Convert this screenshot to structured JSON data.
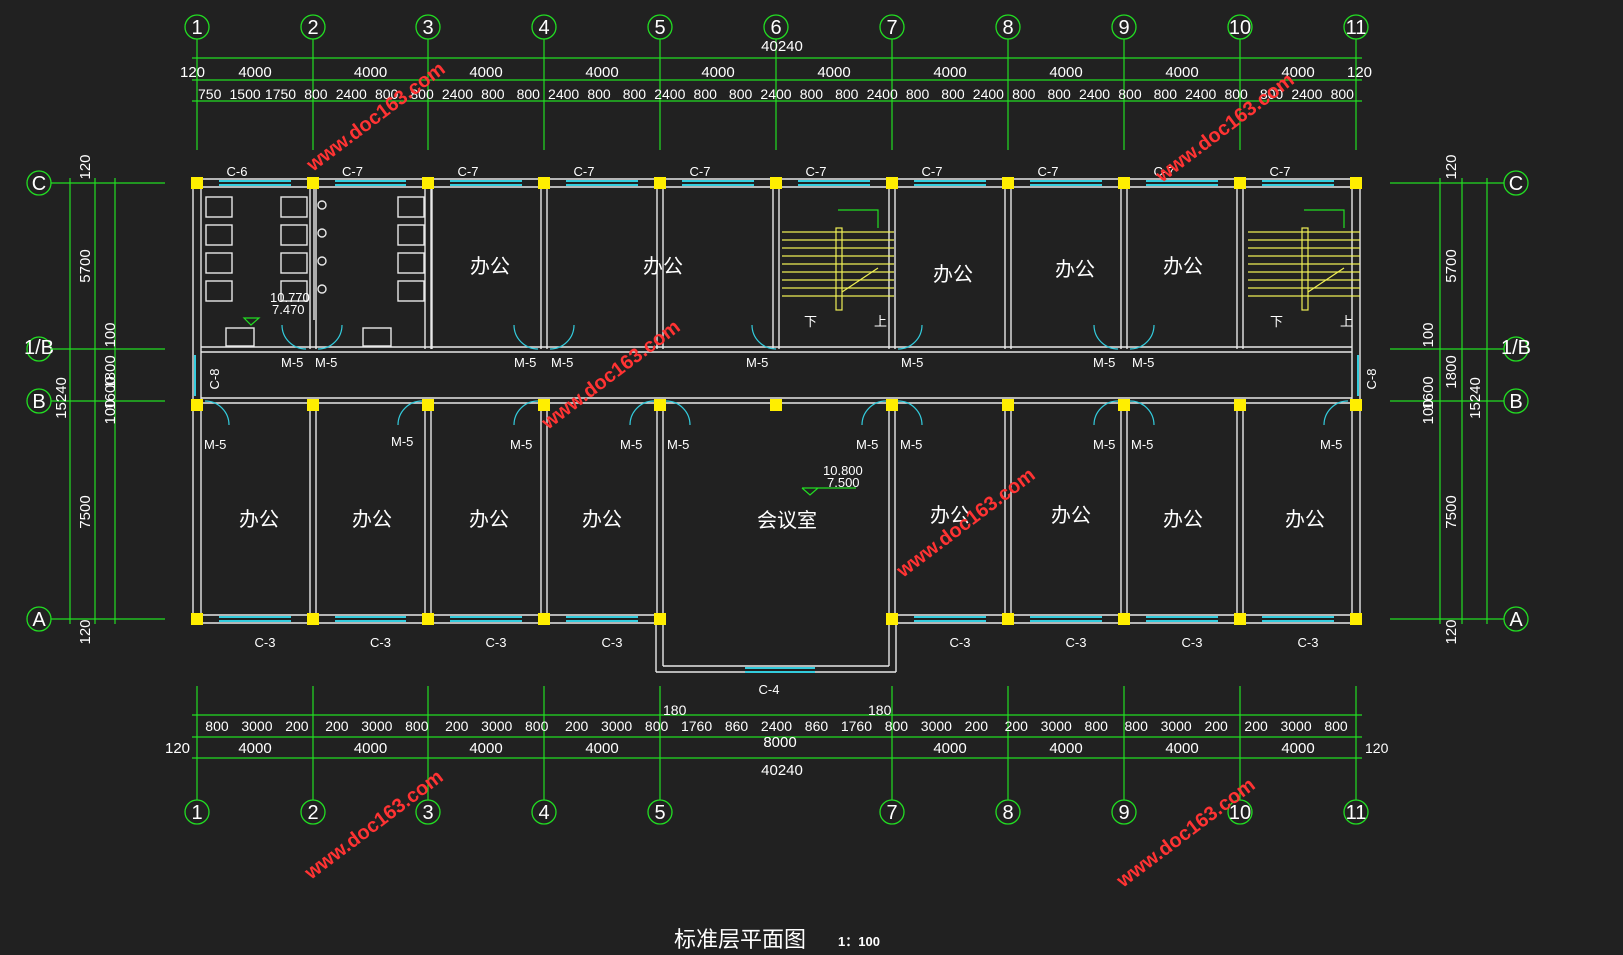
{
  "axes_top": [
    "1",
    "2",
    "3",
    "4",
    "5",
    "6",
    "7",
    "8",
    "9",
    "10",
    "11"
  ],
  "axes_bottom": [
    "1",
    "2",
    "3",
    "4",
    "5",
    "7",
    "8",
    "9",
    "10",
    "11"
  ],
  "axes_side": [
    "C",
    "1/B",
    "B",
    "A"
  ],
  "dims": {
    "total": "40240",
    "edge": "120",
    "bay": "4000",
    "conference_bay": "8000",
    "top_detail": [
      "750",
      "1500",
      "1750",
      "800",
      "2400",
      "800",
      "800",
      "2400",
      "800",
      "800",
      "2400",
      "800",
      "800",
      "2400",
      "800",
      "800",
      "2400",
      "800",
      "800",
      "2400",
      "800",
      "800",
      "2400",
      "800",
      "800",
      "2400",
      "800",
      "800",
      "2400",
      "800",
      "800",
      "2400",
      "800"
    ],
    "bottom_detail": [
      "800",
      "3000",
      "200",
      "200",
      "3000",
      "800",
      "200",
      "3000",
      "800",
      "200",
      "3000",
      "800",
      "1760",
      "860",
      "2400",
      "860",
      "1760",
      "800",
      "3000",
      "200",
      "200",
      "3000",
      "800",
      "800",
      "3000",
      "200",
      "200",
      "3000",
      "800"
    ],
    "bottom_180": "180",
    "side_left": [
      "120",
      "5700",
      "1800",
      "7500",
      "120"
    ],
    "side_left_sub": [
      "100",
      "1600",
      "100"
    ],
    "side_total": "15240",
    "side_right": [
      "120",
      "5700",
      "1800",
      "7500",
      "120"
    ],
    "side_right_sub": [
      "100",
      "1600",
      "100"
    ]
  },
  "windows_north": [
    "C-6",
    "C-7",
    "C-7",
    "C-7",
    "C-7",
    "C-7",
    "C-7",
    "C-7",
    "C-7",
    "C-7"
  ],
  "windows_south": [
    "C-3",
    "C-3",
    "C-3",
    "C-3",
    "C-3",
    "C-3",
    "C-3",
    "C-3"
  ],
  "window_c4": "C-4",
  "window_c8": "C-8",
  "door": "M-5",
  "rooms": {
    "office": "办公",
    "conference": "会议室"
  },
  "levels": {
    "toilet_a": "10.770",
    "toilet_b": "7.470",
    "hall_a": "10.800",
    "hall_b": "7.500"
  },
  "stair": {
    "down": "下",
    "up": "上"
  },
  "title": "标准层平面图",
  "scale": "1：100",
  "watermark": "www.doc163.com",
  "colors": {
    "background": "#212121",
    "dimension": "#22dd22",
    "column": "#ffee00",
    "window": "#33ccdd",
    "watermark": "#ff3333"
  }
}
